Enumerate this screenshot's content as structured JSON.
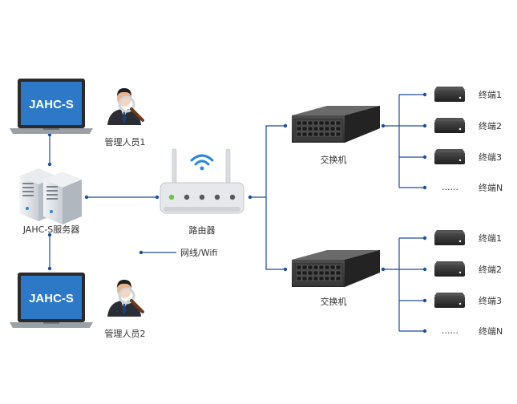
{
  "nodes": {
    "laptop_top": {
      "screen_text": "JAHC-S"
    },
    "laptop_bottom": {
      "screen_text": "JAHC-S"
    },
    "admin1": {
      "label": "管理人员1"
    },
    "admin2": {
      "label": "管理人员2"
    },
    "server": {
      "label": "JAHC-S服务器"
    },
    "router": {
      "label": "路由器"
    },
    "network": {
      "label": "网线/Wifi"
    },
    "switch_top": {
      "label": "交换机"
    },
    "switch_bottom": {
      "label": "交换机"
    }
  },
  "terminals_top": [
    {
      "label": "终端1"
    },
    {
      "label": "终端2"
    },
    {
      "label": "终端3"
    },
    {
      "label": "终端N",
      "ellipsis": "......"
    }
  ],
  "terminals_bottom": [
    {
      "label": "终端1"
    },
    {
      "label": "终端2"
    },
    {
      "label": "终端3"
    },
    {
      "label": "终端N",
      "ellipsis": "......"
    }
  ],
  "colors": {
    "line": "#1f4e99",
    "screen": "#2e78c8",
    "device_dark": "#3a3a3a",
    "router_body": "#e6e8eb",
    "led_green": "#6cc24a",
    "wifi_blue": "#2f86d8"
  },
  "icons": [
    "laptop-icon",
    "user-icon",
    "magnifier-icon",
    "server-icon",
    "router-icon",
    "wifi-icon",
    "switch-icon",
    "terminal-icon"
  ]
}
